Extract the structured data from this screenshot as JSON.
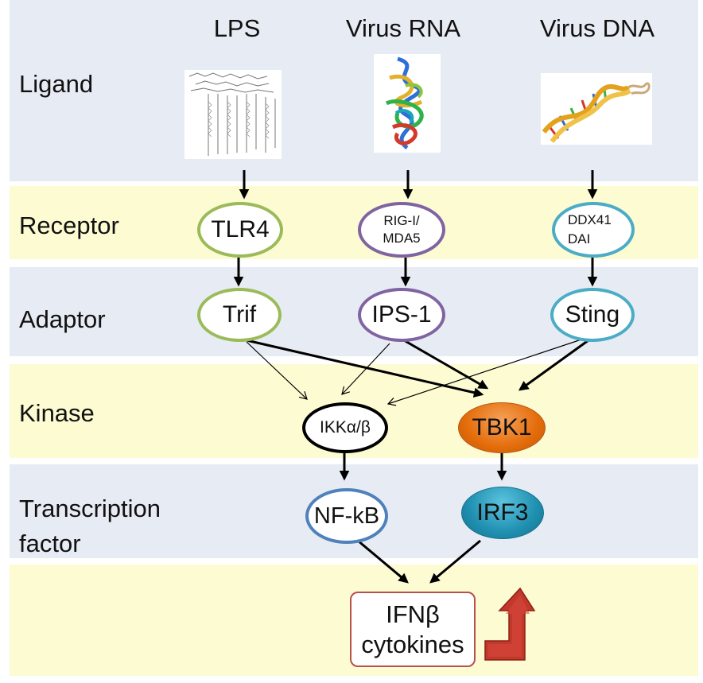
{
  "rows": {
    "ligand": "Ligand",
    "receptor": "Receptor",
    "adaptor": "Adaptor",
    "kinase": "Kinase",
    "tf_line1": "Transcription",
    "tf_line2": "factor"
  },
  "ligands": [
    "LPS",
    "Virus RNA",
    "Virus DNA"
  ],
  "receptors": {
    "tlr4": "TLR4",
    "rig_line1": "RIG-I/",
    "rig_line2": "MDA5",
    "ddx_line1": "DDX41",
    "ddx_line2": "DAI"
  },
  "adaptors": [
    "Trif",
    "IPS-1",
    "Sting"
  ],
  "kinases": {
    "ikk": "IKKα/β",
    "tbk1": "TBK1"
  },
  "transcription_factors": {
    "nfkb": "NF-kB",
    "irf3": "IRF3"
  },
  "output": {
    "line1": "IFNβ",
    "line2": "cytokines"
  },
  "colors": {
    "lps_pathway": "#9bbb59",
    "rna_pathway": "#8064a2",
    "dna_pathway": "#4bacc6",
    "ikk_border": "#000000",
    "tbk1_fill": "#e46c0a",
    "nfkb_border": "#4f81bd",
    "irf3_fill": "#1f8fb0",
    "output_border": "#b8504c",
    "up_arrow": "#c0392b",
    "band_blue": "#e7ebf3",
    "band_yellow": "#fdfbd2"
  }
}
